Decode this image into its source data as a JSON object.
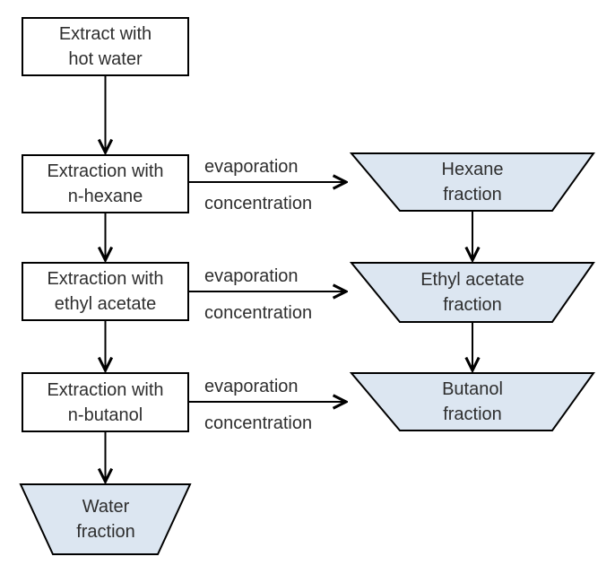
{
  "colors": {
    "background": "#ffffff",
    "box_fill": "#ffffff",
    "fraction_fill": "#dce6f1",
    "line": "#000000",
    "text": "#2e2e2e"
  },
  "boxes": [
    {
      "id": "extract-hot-water",
      "label": "Extract with\nhot water"
    },
    {
      "id": "extraction-n-hexane",
      "label": "Extraction with\nn-hexane"
    },
    {
      "id": "extraction-ethyl-acetate",
      "label": "Extraction with\nethyl acetate"
    },
    {
      "id": "extraction-n-butanol",
      "label": "Extraction with\nn-butanol"
    }
  ],
  "fractions": [
    {
      "id": "hexane-fraction",
      "label": "Hexane\nfraction"
    },
    {
      "id": "ethyl-acetate-fraction",
      "label": "Ethyl acetate\nfraction"
    },
    {
      "id": "butanol-fraction",
      "label": "Butanol\nfraction"
    },
    {
      "id": "water-fraction",
      "label": "Water\nfraction"
    }
  ],
  "side_arrows": [
    {
      "above": "evaporation",
      "below": "concentration"
    },
    {
      "above": "evaporation",
      "below": "concentration"
    },
    {
      "above": "evaporation",
      "below": "concentration"
    }
  ]
}
